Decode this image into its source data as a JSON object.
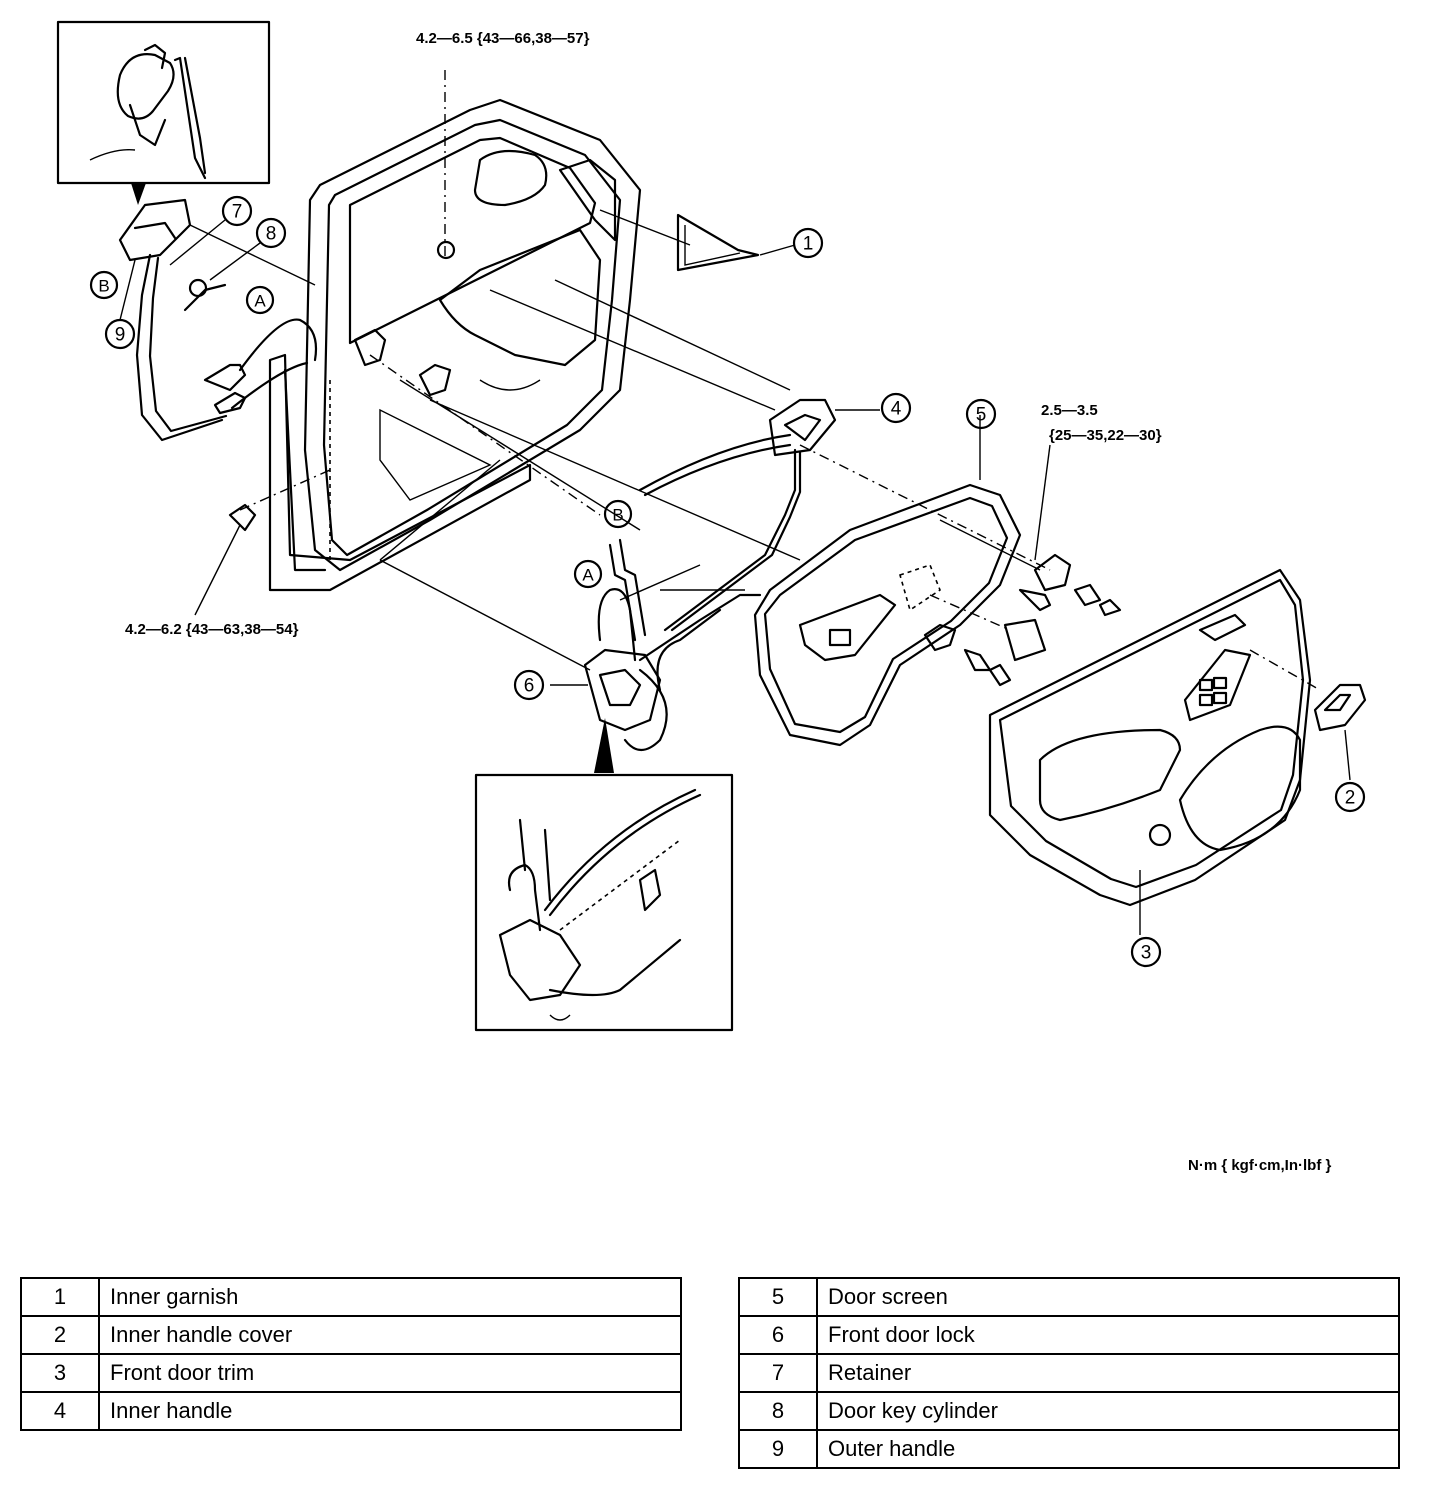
{
  "callouts": {
    "top_torque": "4.2—6.5 {43—66,38—57}",
    "left_torque": "4.2—6.2 {43—63,38—54}",
    "right_torque_line1": "2.5—3.5",
    "right_torque_line2": "{25—35,22—30}",
    "units": "N·m { kgf·cm,In·lbf }"
  },
  "markers": {
    "n1": "1",
    "n2": "2",
    "n3": "3",
    "n4": "4",
    "n5": "5",
    "n6": "6",
    "n7": "7",
    "n8": "8",
    "n9": "9",
    "a1": "A",
    "a2": "A",
    "b1": "B",
    "b2": "B"
  },
  "parts_left": [
    {
      "num": "1",
      "name": "Inner garnish"
    },
    {
      "num": "2",
      "name": "Inner handle cover"
    },
    {
      "num": "3",
      "name": "Front door trim"
    },
    {
      "num": "4",
      "name": "Inner handle"
    }
  ],
  "parts_right": [
    {
      "num": "5",
      "name": "Door screen"
    },
    {
      "num": "6",
      "name": "Front door lock"
    },
    {
      "num": "7",
      "name": "Retainer"
    },
    {
      "num": "8",
      "name": "Door key cylinder"
    },
    {
      "num": "9",
      "name": "Outer handle"
    }
  ]
}
